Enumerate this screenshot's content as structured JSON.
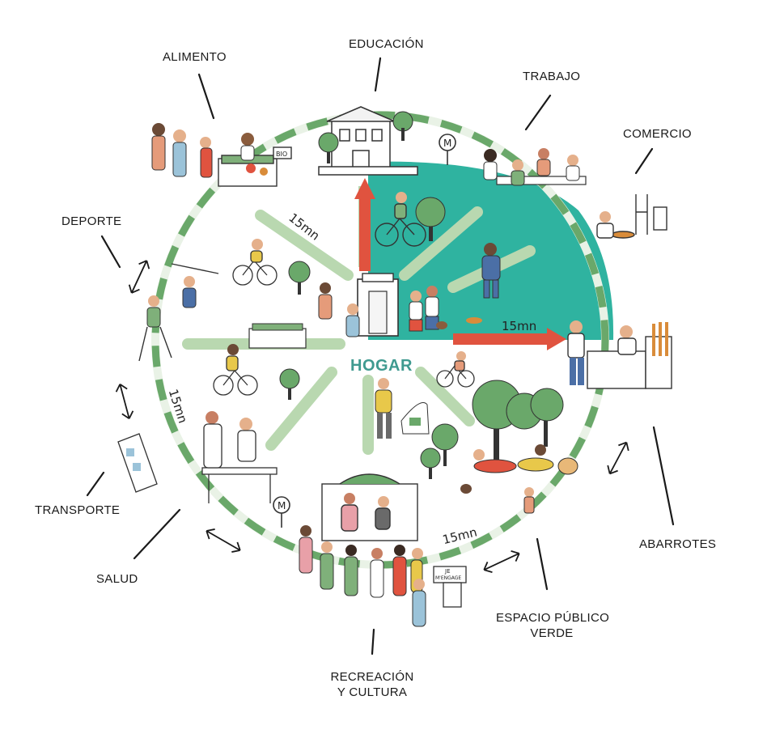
{
  "center_label": "HOGAR",
  "time_label": "15mn",
  "categories": [
    {
      "key": "educacion",
      "label": "EDUCACIÓN"
    },
    {
      "key": "alimento",
      "label": "ALIMENTO"
    },
    {
      "key": "trabajo",
      "label": "TRABAJO"
    },
    {
      "key": "comercio",
      "label": "COMERCIO"
    },
    {
      "key": "deporte",
      "label": "DEPORTE"
    },
    {
      "key": "transporte",
      "label": "TRANSPORTE"
    },
    {
      "key": "salud",
      "label": "SALUD"
    },
    {
      "key": "abarrotes",
      "label": "ABARROTES"
    },
    {
      "key": "espacio_line1",
      "label": "ESPACIO PÚBLICO"
    },
    {
      "key": "espacio_line2",
      "label": "VERDE"
    },
    {
      "key": "recreacion_line1",
      "label": "RECREACIÓN"
    },
    {
      "key": "recreacion_line2",
      "label": "Y CULTURA"
    }
  ],
  "signs": {
    "bio": "BIO",
    "metro": "M",
    "vote_line1": "JE",
    "vote_line2": "M'ENGAGE"
  },
  "colors": {
    "teal_quadrant": "#2fb3a0",
    "arrow_red": "#e0533f",
    "path_green": "#b9d8b0",
    "dash_green": "#6aa86a",
    "hogar_text": "#3f9a90"
  }
}
